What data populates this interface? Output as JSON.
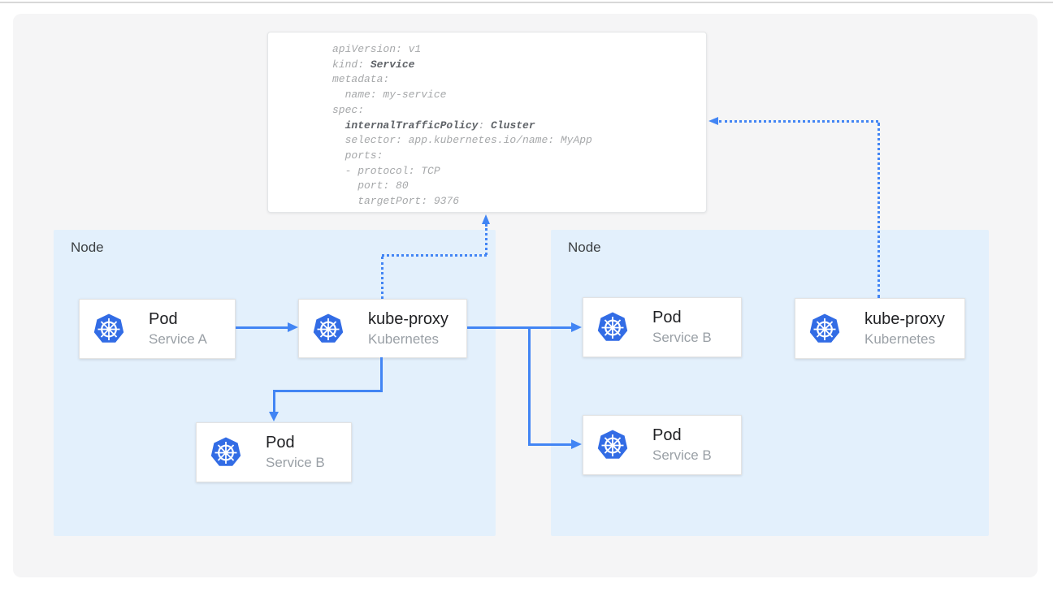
{
  "colors": {
    "arrow": "#4285f4",
    "node_background": "#e3f0fc",
    "kubernetes_blue": "#326ce5",
    "canvas_background": "#f5f5f6",
    "yaml_text": "#a6a8aa",
    "yaml_bold_text": "#5f6368"
  },
  "yaml": {
    "lines": [
      [
        {
          "t": "apiVersion: v1"
        }
      ],
      [
        {
          "t": "kind: "
        },
        {
          "t": "Service"
        }
      ],
      [
        {
          "t": "metadata:"
        }
      ],
      [
        {
          "t": "  name: my-service"
        }
      ],
      [
        {
          "t": "spec:"
        }
      ],
      [
        {
          "t": "  "
        },
        {
          "t": "internalTrafficPolicy"
        },
        {
          "t": ": "
        },
        {
          "t": "Cluster"
        }
      ],
      [
        {
          "t": "  selector: app.kubernetes.io/name: MyApp"
        }
      ],
      [
        {
          "t": "  ports:"
        }
      ],
      [
        {
          "t": "  - protocol: TCP"
        }
      ],
      [
        {
          "t": "    port: 80"
        }
      ],
      [
        {
          "t": "    targetPort: 9376"
        }
      ]
    ]
  },
  "nodes": {
    "left": {
      "label": "Node"
    },
    "right": {
      "label": "Node"
    }
  },
  "cards": {
    "pod_a": {
      "title": "Pod",
      "subtitle": "Service A"
    },
    "kube_proxy_left": {
      "title": "kube-proxy",
      "subtitle": "Kubernetes"
    },
    "pod_b_left": {
      "title": "Pod",
      "subtitle": "Service B"
    },
    "pod_b_right_top": {
      "title": "Pod",
      "subtitle": "Service B"
    },
    "pod_b_right_bottom": {
      "title": "Pod",
      "subtitle": "Service B"
    },
    "kube_proxy_right": {
      "title": "kube-proxy",
      "subtitle": "Kubernetes"
    }
  }
}
